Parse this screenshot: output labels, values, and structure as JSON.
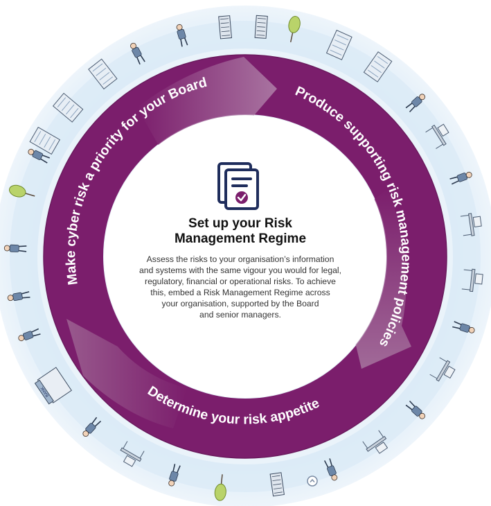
{
  "ring": {
    "segments": [
      {
        "label": "Make cyber risk a priority for your Board"
      },
      {
        "label": "Produce supporting risk management policies"
      },
      {
        "label": "Determine your risk appetite"
      }
    ]
  },
  "center": {
    "title_line1": "Set up your Risk",
    "title_line2": "Management Regime",
    "body_lines": [
      "Assess the risks to your organisation’s information",
      "and systems with the same vigour you would for legal,",
      "regulatory, financial or operational risks. To achieve",
      "this, embed a Risk Management Regime across",
      "your organisation, supported by the Board",
      "and senior managers."
    ],
    "icon": "document-checklist-icon"
  },
  "scene": {
    "icons": [
      "building-icon",
      "server-rack-icon",
      "tree-icon",
      "person-icon",
      "bank-icon",
      "desk-icon"
    ],
    "bank_sign": "BANK"
  },
  "colors": {
    "ring_purple": "#7b1e6c",
    "ring_dark": "#5f1452",
    "arrow_light": "#a77ba0",
    "sky_blue": "#cfe3f3",
    "icon_navy": "#1f2d5c"
  }
}
